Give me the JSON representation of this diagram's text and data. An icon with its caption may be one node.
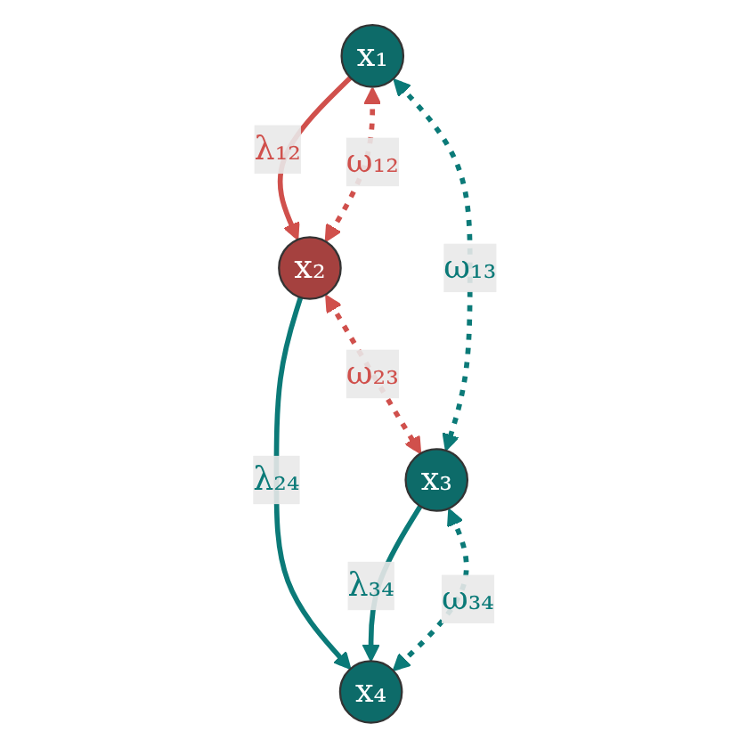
{
  "diagram": {
    "nodes": [
      {
        "text": [
          "x₁"
        ]
      },
      {
        "text": [
          "x₂"
        ]
      },
      {
        "text": [
          "x₃"
        ]
      },
      {
        "text": [
          "x₄"
        ]
      }
    ],
    "edges": [
      {
        "from": 0,
        "to": 1,
        "arrow": "to",
        "label": "λ₁₂",
        "color": "#d0504c"
      },
      {
        "from": 1,
        "to": 3,
        "arrow": "to",
        "label": "λ₂₄"
      },
      {
        "from": 2,
        "to": 3,
        "arrow": "to",
        "label": "λ₃₄"
      },
      {
        "from": 0,
        "to": 1,
        "arrow": "both",
        "label": "ω₁₂",
        "style": "dashed",
        "color": "#d0504c"
      },
      {
        "from": 1,
        "to": 2,
        "arrow": "both",
        "label": "ω₂₃",
        "style": "dashed",
        "color": "#d0504c"
      },
      {
        "from": 0,
        "to": 2,
        "arrow": "both",
        "label": "ω₁₃",
        "style": "dashed"
      },
      {
        "from": 2,
        "to": 3,
        "arrow": "both",
        "label": "ω₃₄",
        "style": "dashed"
      }
    ]
  }
}
